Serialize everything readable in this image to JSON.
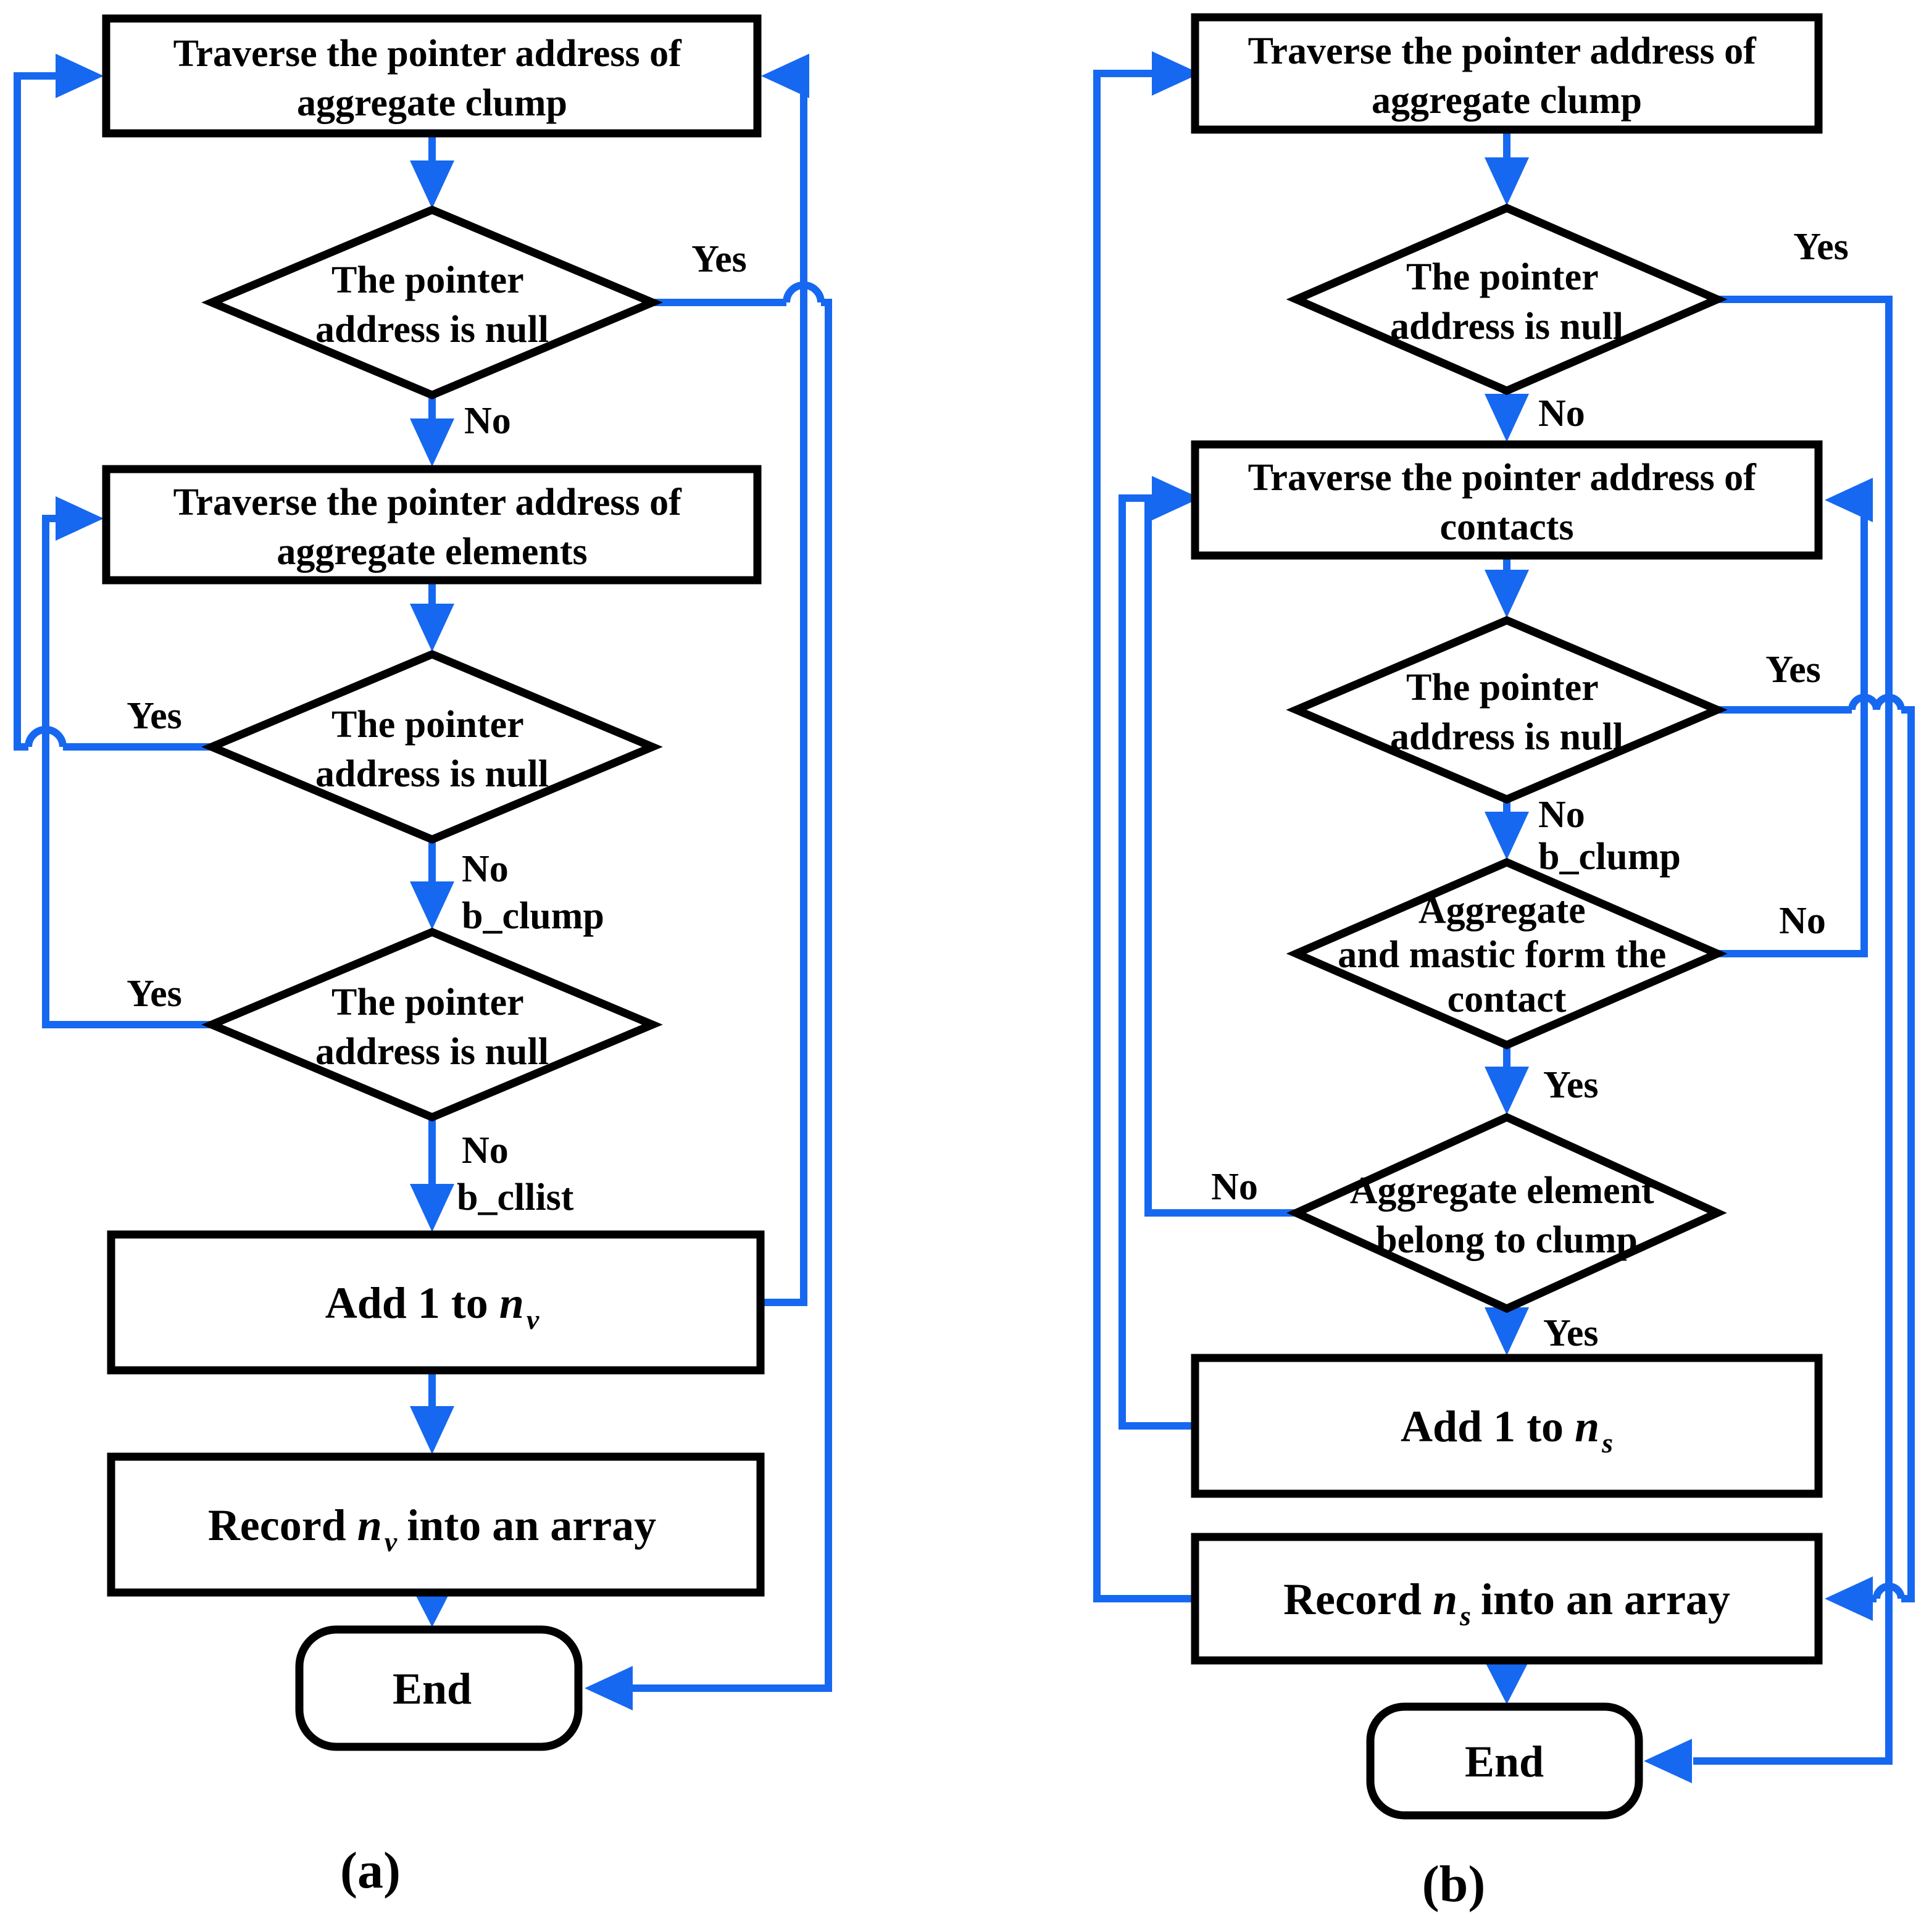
{
  "colors": {
    "connector_blue": "#1668F0",
    "shape_outline": "#000000",
    "background": "#FFFFFF",
    "text": "#000000"
  },
  "panel_a": {
    "caption": {
      "open": "(",
      "letter": "a",
      "close": ")"
    },
    "boxes": {
      "traverse_clump": {
        "line1": "Traverse the pointer address of",
        "line2": "aggregate clump"
      },
      "traverse_elements": {
        "line1": "Traverse the pointer address of",
        "line2": "aggregate elements"
      },
      "add": {
        "prefix": "Add 1 to",
        "var": "n",
        "sub": "v"
      },
      "record": {
        "prefix": "Record",
        "var": "n",
        "sub": "v",
        "suffix": "into an array"
      },
      "end": {
        "label": "End"
      }
    },
    "diamonds": {
      "null1": {
        "line1": "The pointer",
        "line2": "address is null"
      },
      "null2": {
        "line1": "The pointer",
        "line2": "address is null"
      },
      "null3": {
        "line1": "The pointer",
        "line2": "address is null"
      }
    },
    "edge_labels": {
      "d1_yes": "Yes",
      "d1_no": "No",
      "d2_yes": "Yes",
      "d2_no": "No",
      "d2_tag": "b_clump",
      "d3_yes": "Yes",
      "d3_no": "No",
      "d3_tag": "b_cllist"
    }
  },
  "panel_b": {
    "caption": {
      "open": "(",
      "letter": "b",
      "close": ")"
    },
    "boxes": {
      "traverse_clump": {
        "line1": "Traverse the pointer address of",
        "line2": "aggregate clump"
      },
      "traverse_contacts": {
        "line1": "Traverse the pointer address of",
        "line2": "contacts"
      },
      "add": {
        "prefix": "Add 1 to",
        "var": "n",
        "sub": "s"
      },
      "record": {
        "prefix": "Record",
        "var": "n",
        "sub": "s",
        "suffix": "into an array"
      },
      "end": {
        "label": "End"
      }
    },
    "diamonds": {
      "null1": {
        "line1": "The pointer",
        "line2": "address is null"
      },
      "null2": {
        "line1": "The pointer",
        "line2": "address is null"
      },
      "mastic": {
        "line1": "Aggregate",
        "line2": "and mastic form the",
        "line3": "contact"
      },
      "belong": {
        "line1": "Aggregate element",
        "line2": "belong to clump"
      }
    },
    "edge_labels": {
      "d1_yes": "Yes",
      "d1_no": "No",
      "d2_yes": "Yes",
      "d2_no": "No",
      "d2_tag": "b_clump",
      "d3_no": "No",
      "d3_yes": "Yes",
      "d4_no": "No",
      "d4_yes": "Yes"
    }
  }
}
